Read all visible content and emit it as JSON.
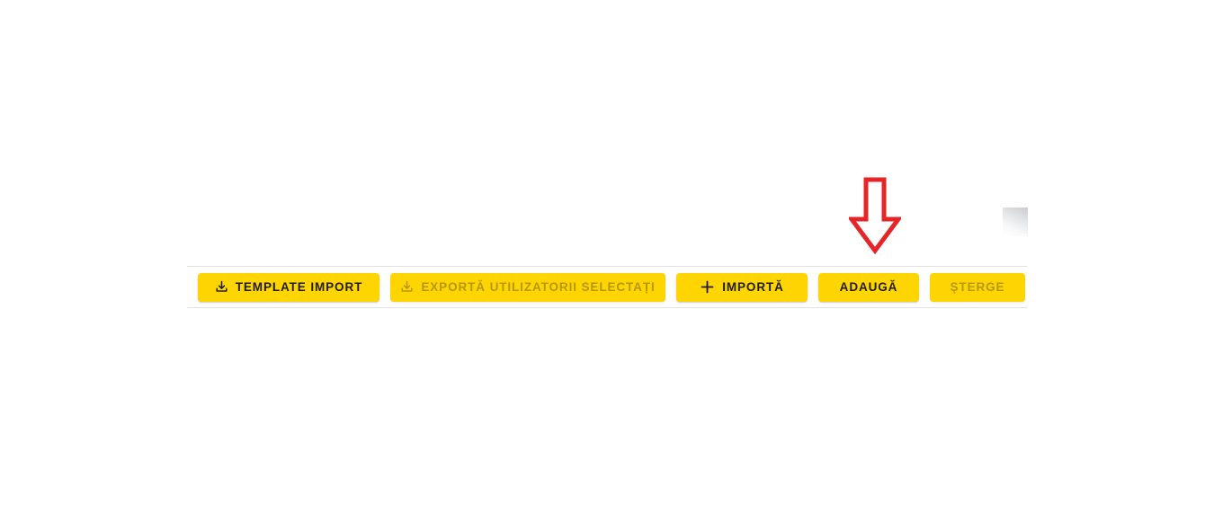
{
  "theme": {
    "button_bg": "#ffd500",
    "button_text": "#1c1c1c",
    "button_text_disabled": "#b4980b",
    "border": "#e2e2e2",
    "annotation": "#e52527",
    "page_bg": "#ffffff"
  },
  "annotation": {
    "name": "red-down-arrow",
    "points_to": "ADAUGĂ",
    "color": "#e52527"
  },
  "toolbar": {
    "buttons": [
      {
        "id": "template-import",
        "label": "TEMPLATE IMPORT",
        "icon": "download-icon",
        "disabled": false
      },
      {
        "id": "export-selected-users",
        "label": "EXPORTĂ UTILIZATORII SELECTAȚI",
        "icon": "download-icon",
        "disabled": true
      },
      {
        "id": "import",
        "label": "IMPORTĂ",
        "icon": "plus-icon",
        "disabled": false
      },
      {
        "id": "add",
        "label": "ADAUGĂ",
        "icon": null,
        "disabled": false
      },
      {
        "id": "delete",
        "label": "ȘTERGE",
        "icon": null,
        "disabled": true
      }
    ]
  }
}
